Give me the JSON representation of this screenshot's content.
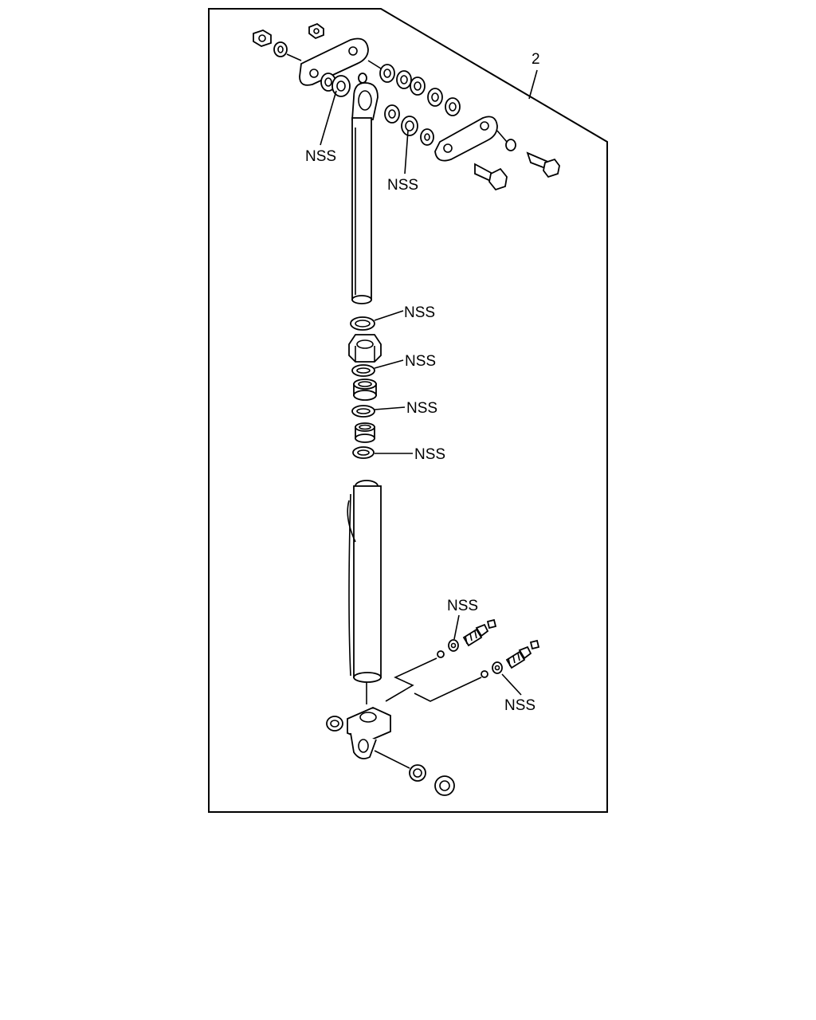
{
  "diagram": {
    "callout_number": "2",
    "labels": {
      "nss_top_left": "NSS",
      "nss_top_right": "NSS",
      "nss_seal_1": "NSS",
      "nss_seal_2": "NSS",
      "nss_seal_3": "NSS",
      "nss_seal_4": "NSS",
      "nss_fitting_upper": "NSS",
      "nss_fitting_lower": "NSS"
    }
  }
}
